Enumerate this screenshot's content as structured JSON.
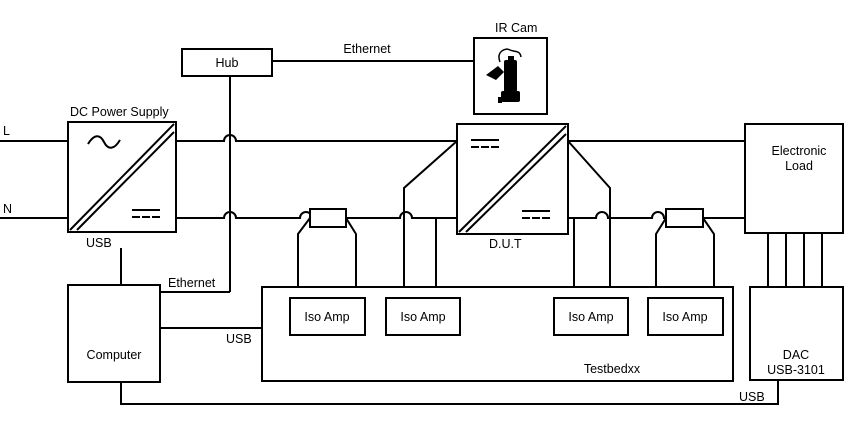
{
  "labels": {
    "line_l": "L",
    "line_n": "N",
    "dc_supply": "DC Power Supply",
    "supply_usb": "USB",
    "hub": "Hub",
    "ethernet_top": "Ethernet",
    "ir_cam": "IR Cam",
    "ethernet_mid": "Ethernet",
    "computer": "Computer",
    "computer_usb": "USB",
    "dut": "D.U.T",
    "load_line1": "Electronic",
    "load_line2": "Load",
    "iso_amp_1": "Iso Amp",
    "iso_amp_2": "Iso Amp",
    "iso_amp_3": "Iso Amp",
    "iso_amp_4": "Iso Amp",
    "testbed": "Testbedxx",
    "dac_line1": "DAC",
    "dac_line2": "USB-3101",
    "dac_usb": "USB"
  },
  "icons": {
    "ac_symbol": "sine-wave-icon",
    "dc_symbol": "dc-lines-icon",
    "camera": "ir-camera-icon"
  }
}
